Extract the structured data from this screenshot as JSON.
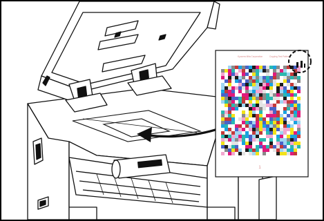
{
  "figure": {
    "test_page": {
      "header_left": "Kyocera Mita Corporation",
      "header_right": "Copying Test Pattern",
      "page_number": "1"
    },
    "colors": {
      "frame": "#000000",
      "line": "#111111",
      "paper": "#ffffff",
      "caption": "#d98a8a",
      "swatches": [
        "#e01a7c",
        "#19a3e0",
        "#f2e21a",
        "#1b1b1b",
        "#8a8a8a",
        "#4a63c8",
        "#e4e4e4",
        "#c43a3a",
        "#2bb8b0",
        "#f3a6cf",
        "#9fd6f2",
        "#ffffff"
      ]
    },
    "icons": [
      "scanner-lid-icon",
      "platen-glass-icon",
      "arrow-icon",
      "magnify-circle-icon"
    ]
  }
}
